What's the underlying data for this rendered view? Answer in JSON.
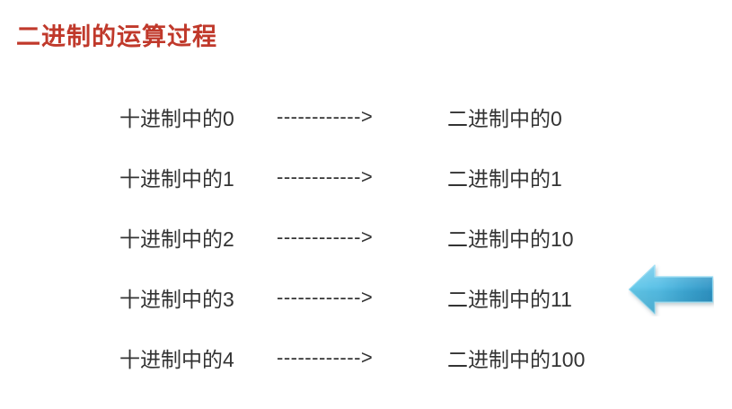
{
  "slide": {
    "title": "二进制的运算过程",
    "title_color": "#C0392B",
    "background_color": "#FFFFFF",
    "body_text_color": "#333333"
  },
  "rows": [
    {
      "decimal": "十进制中的0",
      "arrow": "------------>",
      "binary": "二进制中的0"
    },
    {
      "decimal": "十进制中的1",
      "arrow": "------------>",
      "binary": "二进制中的1"
    },
    {
      "decimal": "十进制中的2",
      "arrow": "------------>",
      "binary": "二进制中的10"
    },
    {
      "decimal": "十进制中的3",
      "arrow": "------------>",
      "binary": "二进制中的11"
    },
    {
      "decimal": "十进制中的4",
      "arrow": "------------>",
      "binary": "二进制中的100"
    }
  ],
  "callout": {
    "icon": "left-arrow-icon",
    "direction": "left",
    "points_at_row_index": 3,
    "color_light": "#5BC4E8",
    "color_dark": "#2D93C4"
  }
}
